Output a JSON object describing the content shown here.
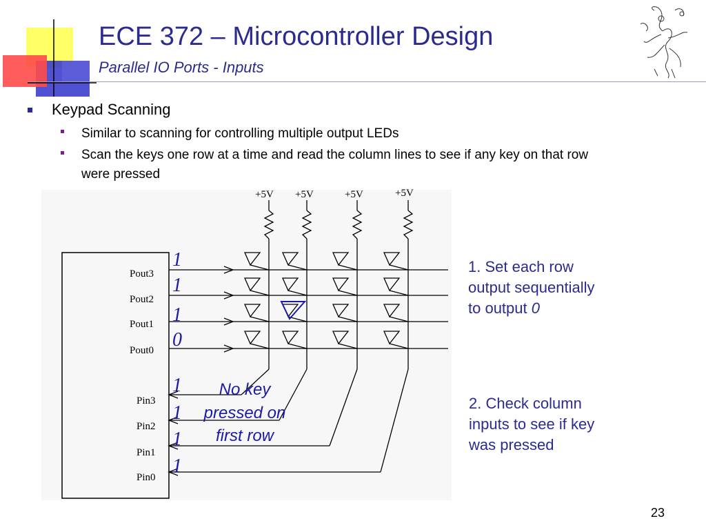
{
  "slide": {
    "title": "ECE 372 – Microcontroller Design",
    "subtitle": "Parallel IO Ports - Inputs",
    "page_number": "23"
  },
  "bullets": {
    "main": "Keypad Scanning",
    "sub": [
      "Similar to scanning for controlling multiple output LEDs",
      "Scan the keys one row at a time and read the column lines to see if any key on that row were pressed"
    ]
  },
  "diagram": {
    "supply_labels": [
      "+5V",
      "+5V",
      "+5V",
      "+5V"
    ],
    "output_ports": [
      "Pout3",
      "Pout2",
      "Pout1",
      "Pout0"
    ],
    "input_ports": [
      "Pin3",
      "Pin2",
      "Pin1",
      "Pin0"
    ],
    "output_values": [
      "1",
      "1",
      "1",
      "0"
    ],
    "input_values": [
      "1",
      "1",
      "1",
      "1"
    ],
    "annotation": [
      "No key",
      "pressed on",
      "first row"
    ]
  },
  "notes": {
    "step1_lines": [
      "1. Set each row",
      "output sequentially"
    ],
    "step1_last_prefix": "to output ",
    "step1_last_value": "0",
    "step2_lines": [
      "2. Check column",
      "inputs to see if key",
      "was pressed"
    ]
  },
  "colors": {
    "title": "#2b2b8f",
    "accent_yellow": "#ffff66",
    "accent_red": "#ff4040",
    "accent_blue": "#3333cc",
    "handwritten": "#1a1aa8"
  }
}
